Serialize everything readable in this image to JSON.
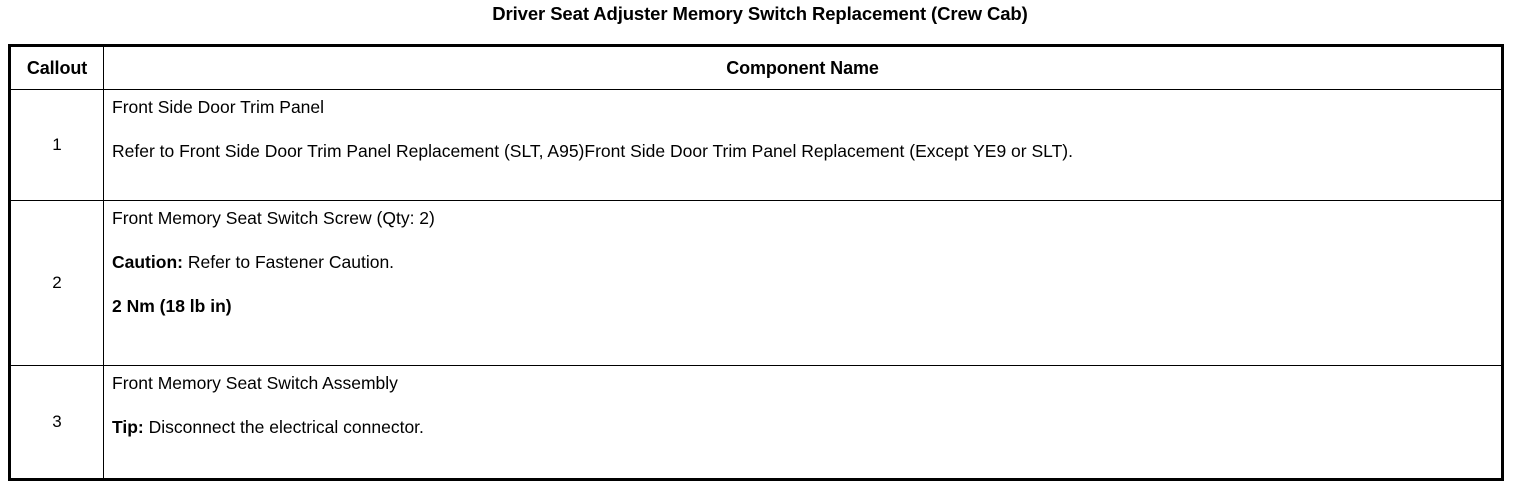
{
  "document": {
    "title": "Driver Seat Adjuster Memory Switch Replacement (Crew Cab)"
  },
  "table": {
    "headers": {
      "callout": "Callout",
      "component_name": "Component Name"
    },
    "rows": [
      {
        "callout": "1",
        "lines": [
          {
            "lead": "",
            "text": "Front Side Door Trim Panel",
            "bold": false
          },
          {
            "lead": "",
            "text": "Refer to Front Side Door Trim Panel Replacement (SLT, A95)Front Side Door Trim Panel Replacement (Except YE9 or SLT).",
            "bold": false
          }
        ]
      },
      {
        "callout": "2",
        "lines": [
          {
            "lead": "",
            "text": "Front Memory Seat Switch Screw (Qty: 2)",
            "bold": false
          },
          {
            "lead": "Caution:",
            "text": " Refer to Fastener Caution.",
            "bold": false
          },
          {
            "lead": "",
            "text": "2 Nm (18 lb in)",
            "bold": true
          }
        ]
      },
      {
        "callout": "3",
        "lines": [
          {
            "lead": "",
            "text": "Front Memory Seat Switch Assembly",
            "bold": false
          },
          {
            "lead": "Tip:",
            "text": " Disconnect the electrical connector.",
            "bold": false
          }
        ]
      }
    ]
  }
}
